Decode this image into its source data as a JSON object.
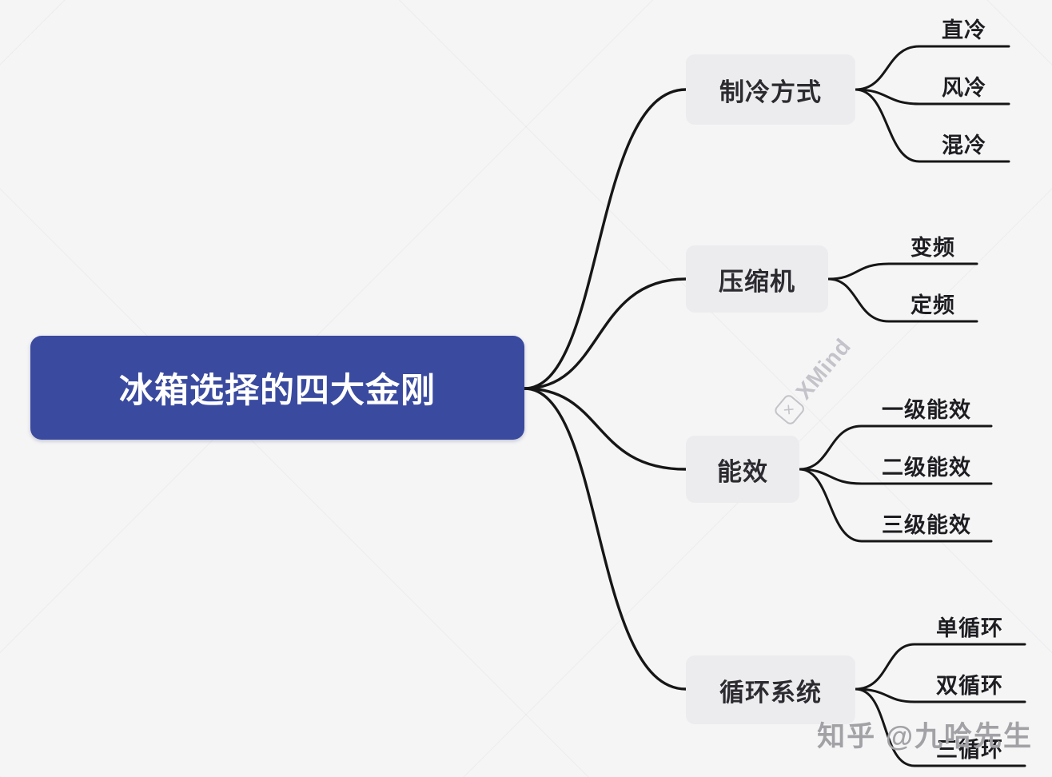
{
  "root": {
    "label": "冰箱选择的四大金刚"
  },
  "branches": [
    {
      "label": "制冷方式",
      "children": [
        "直冷",
        "风冷",
        "混冷"
      ]
    },
    {
      "label": "压缩机",
      "children": [
        "变频",
        "定频"
      ]
    },
    {
      "label": "能效",
      "children": [
        "一级能效",
        "二级能效",
        "三级能效"
      ]
    },
    {
      "label": "循环系统",
      "children": [
        "单循环",
        "双循环",
        "三循环"
      ]
    }
  ],
  "watermarks": {
    "xmind": "XMind",
    "credit": "知乎 @九哈先生"
  },
  "colors": {
    "root_bg": "#3a4a9f",
    "root_text": "#ffffff",
    "branch_bg": "#ececee",
    "branch_text": "#2b2b30",
    "edge": "#161616",
    "background": "#f5f5f6"
  }
}
